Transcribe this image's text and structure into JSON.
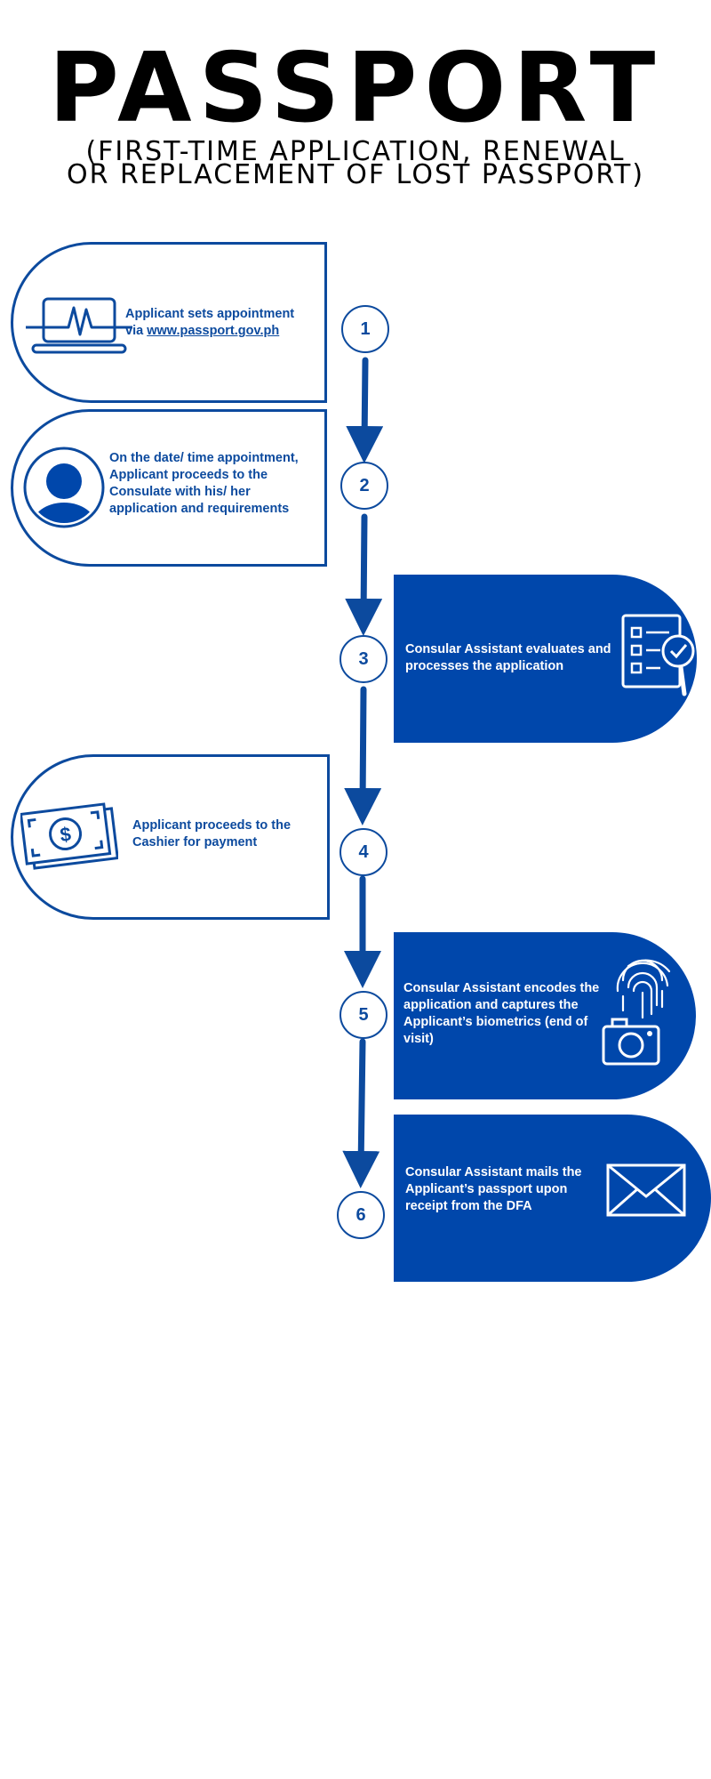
{
  "title": "PASSPORT",
  "subtitle": {
    "line1": "(FIRST-TIME APPLICATION, RENEWAL",
    "line2": "OR REPLACEMENT OF LOST PASSPORT)"
  },
  "steps": [
    {
      "number": "1",
      "text_line1": "Applicant sets appointment",
      "text_prefix": "via ",
      "link": "www.passport.gov.ph",
      "icon": "laptop-heartbeat-icon"
    },
    {
      "number": "2",
      "text": "On the date/ time appointment, Applicant proceeds to the Consulate with his/ her application and requirements",
      "icon": "person-avatar-icon"
    },
    {
      "number": "3",
      "text": "Consular Assistant evaluates and processes the application",
      "icon": "checklist-magnifier-icon"
    },
    {
      "number": "4",
      "text": "Applicant proceeds to the Cashier for payment",
      "icon": "cash-bill-icon"
    },
    {
      "number": "5",
      "text": "Consular Assistant encodes the application and captures the Applicant’s biometrics (end of visit)",
      "icon": "fingerprint-camera-icon"
    },
    {
      "number": "6",
      "text": "Consular Assistant mails the Applicant’s passport upon receipt from the DFA",
      "icon": "envelope-icon"
    }
  ],
  "colors": {
    "primary": "#0047ab",
    "outline": "#0c4a9e",
    "text": "#000000",
    "background": "#ffffff"
  }
}
